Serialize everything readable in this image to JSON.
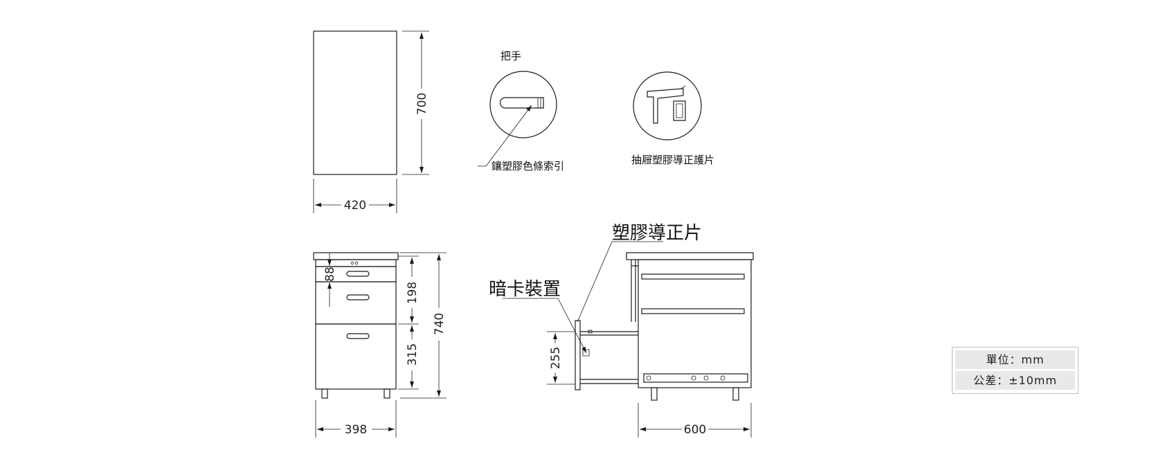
{
  "dimensions": {
    "top_view_width": "420",
    "top_view_depth": "700",
    "front_width": "398",
    "front_height": "740",
    "drawer_1": "88",
    "drawer_2": "198",
    "drawer_3": "315",
    "side_depth": "600",
    "side_drawer": "255"
  },
  "labels": {
    "handle_title": "把手",
    "handle_insert": "鑲塑膠色條索引",
    "guide_detail": "抽屜塑膠導正護片",
    "plastic_guide": "塑膠導正片",
    "hidden_latch": "暗卡裝置"
  },
  "unit_box": {
    "unit": "單位：mm",
    "tolerance": "公差：±10mm"
  }
}
